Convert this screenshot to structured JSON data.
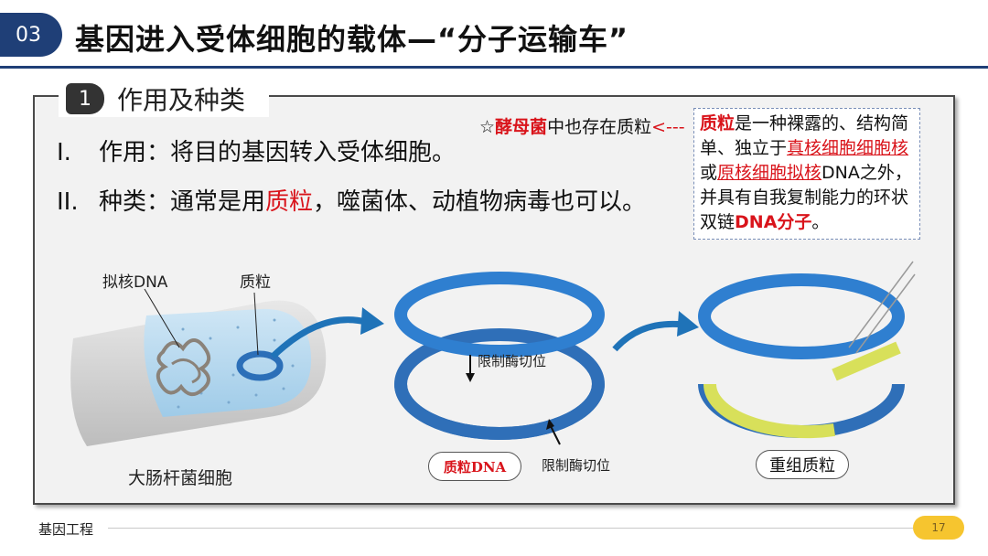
{
  "header": {
    "section_number": "03",
    "title": "基因进入受体细胞的载体—“分子运输车”"
  },
  "section": {
    "number": "1",
    "title": "作用及种类"
  },
  "items": [
    {
      "roman": "I.",
      "prefix": "作用：将目的基因转入受体细胞。"
    },
    {
      "roman": "II.",
      "prefix": "种类：通常是用",
      "highlight": "质粒",
      "suffix": "，噬菌体、动植物病毒也可以。"
    }
  ],
  "yeast_note": {
    "star": "☆",
    "highlight": "酵母菌",
    "text": "中也存在质粒",
    "arrow": "<---"
  },
  "definition": {
    "term": "质粒",
    "t1": "是一种裸露的、结构简单、独立于",
    "u1": "真核细胞细胞核",
    "t2": "或",
    "u2": "原核细胞拟核",
    "t3": "DNA之外，并具有自我复制能力的环状双链",
    "term2": "DNA分子",
    "t4": "。"
  },
  "diagram": {
    "nucleoid_label": "拟核DNA",
    "plasmid_label": "质粒",
    "cell_label": "大肠杆菌细胞",
    "cut_site_top": "限制酶切位",
    "cut_site_bottom": "限制酶切位",
    "plasmid_dna_label": "质粒DNA",
    "recombinant_label": "重组质粒"
  },
  "footer": {
    "text": "基因工程",
    "page": "17"
  },
  "colors": {
    "navy": "#1f3f77",
    "red": "#d9141b",
    "ring_blue": "#2f7fd0",
    "gene_yellow": "#d8e05a",
    "page_badge": "#f6c52f"
  }
}
